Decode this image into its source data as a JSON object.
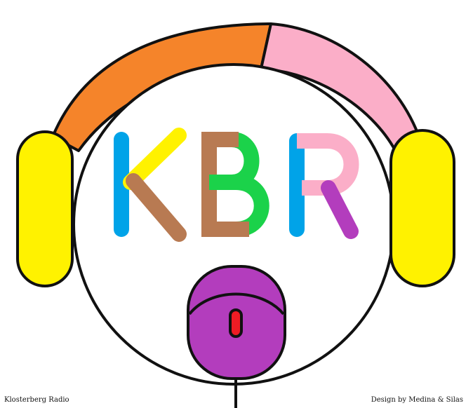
{
  "logo": {
    "monogram": "KBR",
    "colors": {
      "outline": "#111111",
      "band_orange": "#f5842a",
      "band_pink": "#fbaec8",
      "earcup": "#fff200",
      "blue": "#00a3e8",
      "brown": "#b87a52",
      "green": "#1bd24a",
      "pink": "#fbaec8",
      "purple": "#b33dbd",
      "yellow": "#fff200",
      "scroll_wheel": "#ee1c24"
    },
    "icons": {
      "headphones": "headphones-icon",
      "mouse": "computer-mouse-icon"
    }
  },
  "footer": {
    "left": "Klosterberg Radio",
    "right": "Design by Medina & Silas"
  }
}
